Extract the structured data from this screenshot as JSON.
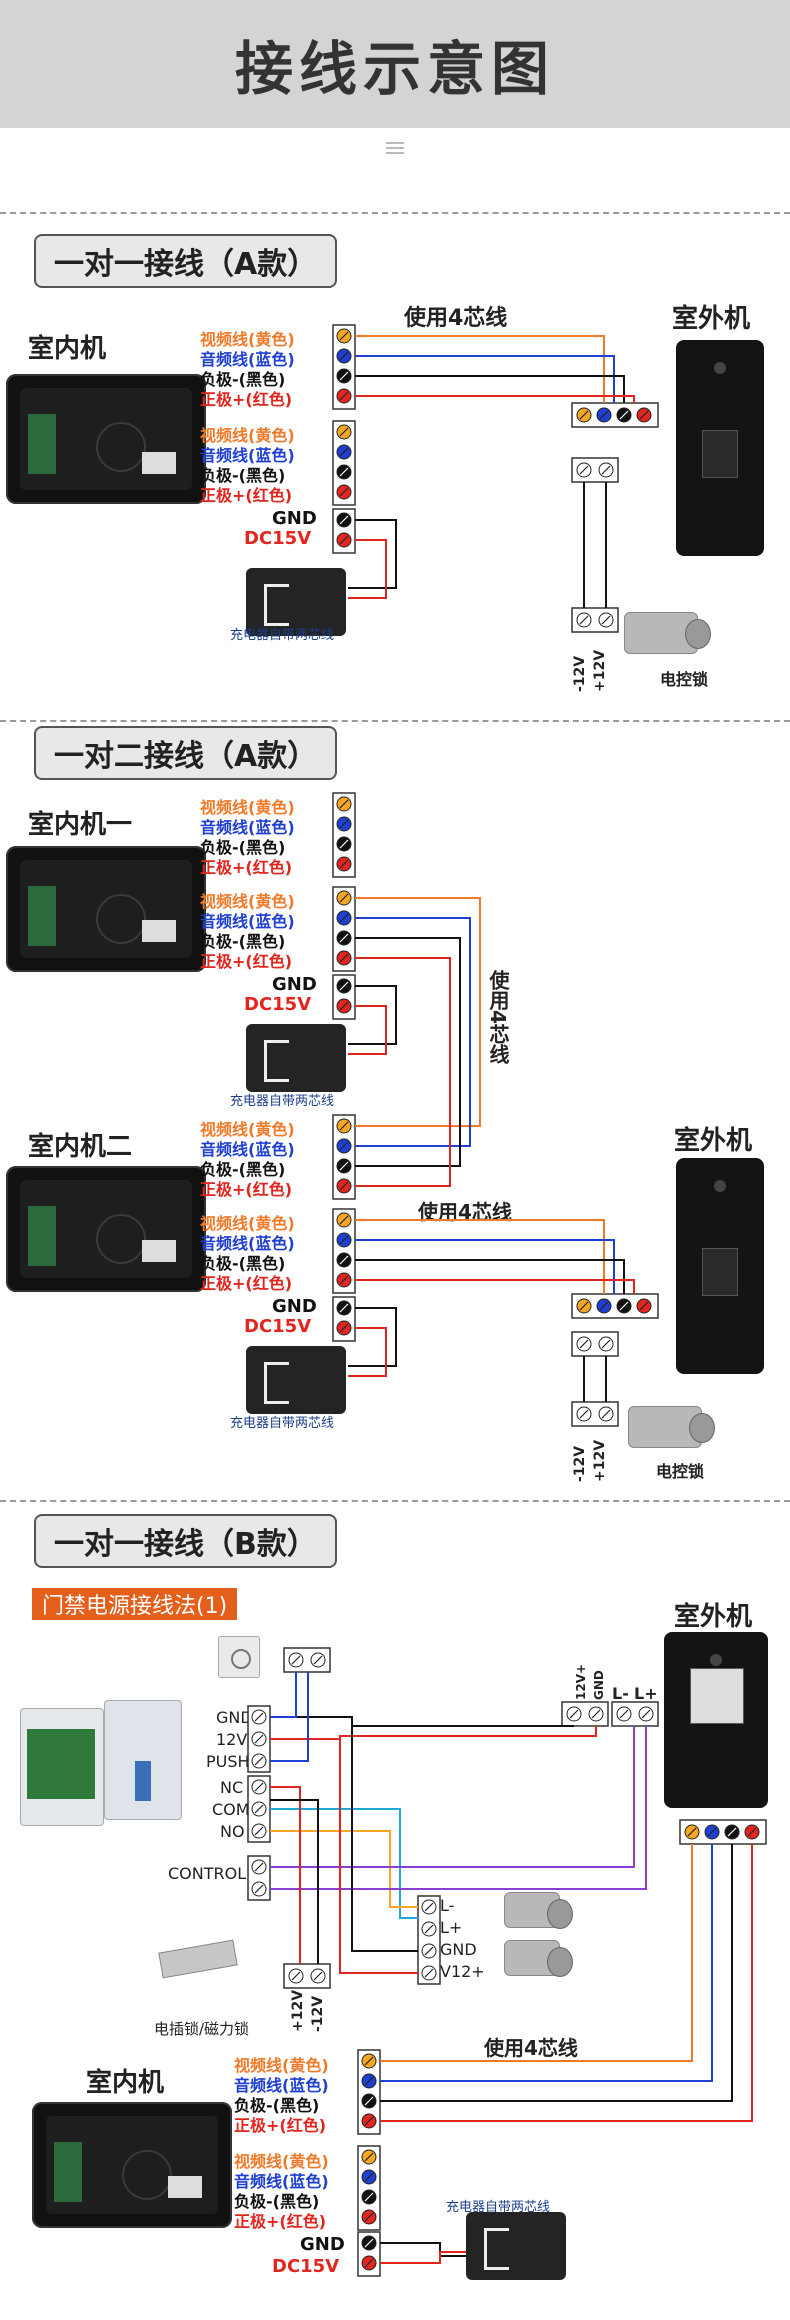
{
  "page_title": "接线示意图",
  "colors": {
    "yellow": "#f5a623",
    "blue": "#1f3fd1",
    "black": "#111111",
    "red": "#e0261f",
    "orange": "#f07a2a",
    "purple": "#8a3fd1",
    "cyan": "#1fa9d6"
  },
  "wire_labels": {
    "video": "视频线(黄色)",
    "audio": "音频线(蓝色)",
    "neg": "负极-(黑色)",
    "pos": "正极+(红色)",
    "gnd": "GND",
    "dc15v": "DC15V"
  },
  "sec1": {
    "title": "一对一接线（A款）",
    "indoor": "室内机",
    "outdoor": "室外机",
    "cable": "使用4芯线",
    "charger": "充电器自带两芯线",
    "lock": "电控锁",
    "lock_neg": "-12V",
    "lock_pos": "+12V"
  },
  "sec2": {
    "title": "一对二接线（A款）",
    "indoor1": "室内机一",
    "indoor2": "室内机二",
    "outdoor": "室外机",
    "cable_vertical": "使用4芯线",
    "cable": "使用4芯线",
    "charger": "充电器自带两芯线",
    "lock": "电控锁",
    "lock_neg": "-12V",
    "lock_pos": "+12V"
  },
  "sec3": {
    "title": "一对一接线（B款）",
    "subtitle": "门禁电源接线法(1)",
    "outdoor": "室外机",
    "indoor": "室内机",
    "cable": "使用4芯线",
    "charger": "充电器自带两芯线",
    "psu_terms": [
      "GND",
      "12V",
      "PUSH",
      "NC",
      "COM",
      "NO"
    ],
    "control": "CONTROL",
    "lock_terms": [
      "L-",
      "L+",
      "GND",
      "V12+"
    ],
    "outdoor_top_terms": [
      "12V+",
      "GND",
      "L-",
      "L+"
    ],
    "maglock_pos": "+12V",
    "maglock_neg": "-12V",
    "maglock": "电插锁/磁力锁"
  }
}
